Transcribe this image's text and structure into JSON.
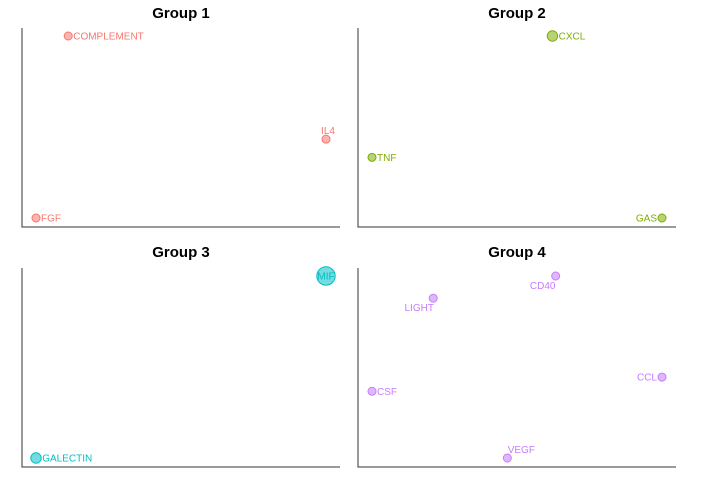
{
  "chart_data": {
    "type": "scatter",
    "grid": false,
    "axes_labels_shown": false,
    "panels": [
      {
        "title": "Group 1",
        "color": "#F8766D",
        "points": [
          {
            "label": "COMPLEMENT",
            "x": 0.15,
            "y": 0.95,
            "size": 1,
            "label_pos": "right"
          },
          {
            "label": "IL4",
            "x": 0.95,
            "y": 0.44,
            "size": 1,
            "label_pos": "above"
          },
          {
            "label": "FGF",
            "x": 0.05,
            "y": 0.05,
            "size": 1,
            "label_pos": "right"
          }
        ]
      },
      {
        "title": "Group 2",
        "color": "#7CAE00",
        "points": [
          {
            "label": "CXCL",
            "x": 0.61,
            "y": 0.95,
            "size": 1.3,
            "label_pos": "right"
          },
          {
            "label": "TNF",
            "x": 0.05,
            "y": 0.35,
            "size": 1,
            "label_pos": "right"
          },
          {
            "label": "GAS",
            "x": 0.95,
            "y": 0.05,
            "size": 1,
            "label_pos": "left"
          }
        ]
      },
      {
        "title": "Group 3",
        "color": "#00BFC4",
        "points": [
          {
            "label": "MIF",
            "x": 0.95,
            "y": 0.95,
            "size": 2.3,
            "label_pos": "center"
          },
          {
            "label": "GALECTIN",
            "x": 0.05,
            "y": 0.05,
            "size": 1.3,
            "label_pos": "right"
          }
        ]
      },
      {
        "title": "Group 4",
        "color": "#C77CFF",
        "points": [
          {
            "label": "CD40",
            "x": 0.62,
            "y": 0.95,
            "size": 1,
            "label_pos": "below"
          },
          {
            "label": "LIGHT",
            "x": 0.24,
            "y": 0.84,
            "size": 1,
            "label_pos": "below"
          },
          {
            "label": "CCL",
            "x": 0.95,
            "y": 0.45,
            "size": 1,
            "label_pos": "left"
          },
          {
            "label": "CSF",
            "x": 0.05,
            "y": 0.38,
            "size": 1,
            "label_pos": "right"
          },
          {
            "label": "VEGF",
            "x": 0.47,
            "y": 0.05,
            "size": 1,
            "label_pos": "above"
          }
        ]
      }
    ]
  }
}
